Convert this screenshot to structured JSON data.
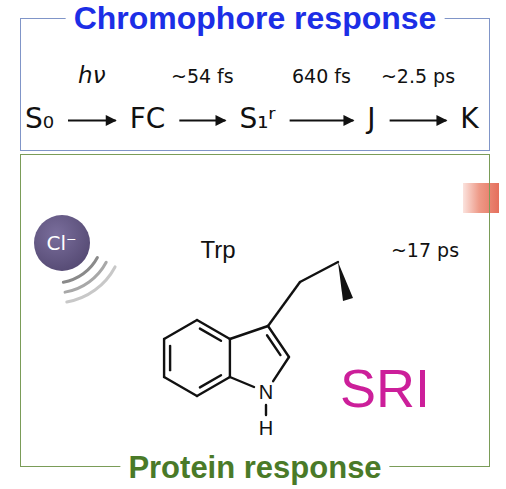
{
  "diagram": {
    "nodes": [
      {
        "text": [
          "Chromophore response"
        ]
      },
      {
        "text": [
          "S₀"
        ],
        "in": 0
      },
      {
        "text": [
          "FC"
        ],
        "in": 0
      },
      {
        "text": [
          "S₁ʳ"
        ],
        "in": 0
      },
      {
        "text": [
          "J"
        ],
        "in": 0
      },
      {
        "text": [
          "K"
        ],
        "in": 0
      },
      {
        "text": [
          "Protein response"
        ]
      },
      {
        "text": [
          "Cl⁻"
        ],
        "in": 6
      }
    ],
    "edges": [
      {
        "from": 1,
        "to": 2,
        "arrow": "to",
        "label": "hν"
      },
      {
        "from": 2,
        "to": 3,
        "arrow": "to",
        "label": "~54 fs"
      },
      {
        "from": 3,
        "to": 4,
        "arrow": "to",
        "label": "640 fs"
      },
      {
        "from": 4,
        "to": 5,
        "arrow": "to",
        "label": "~2.5 ps"
      }
    ],
    "labels": [
      "Trp",
      "~17 ps",
      "SRI",
      "N",
      "H"
    ]
  }
}
